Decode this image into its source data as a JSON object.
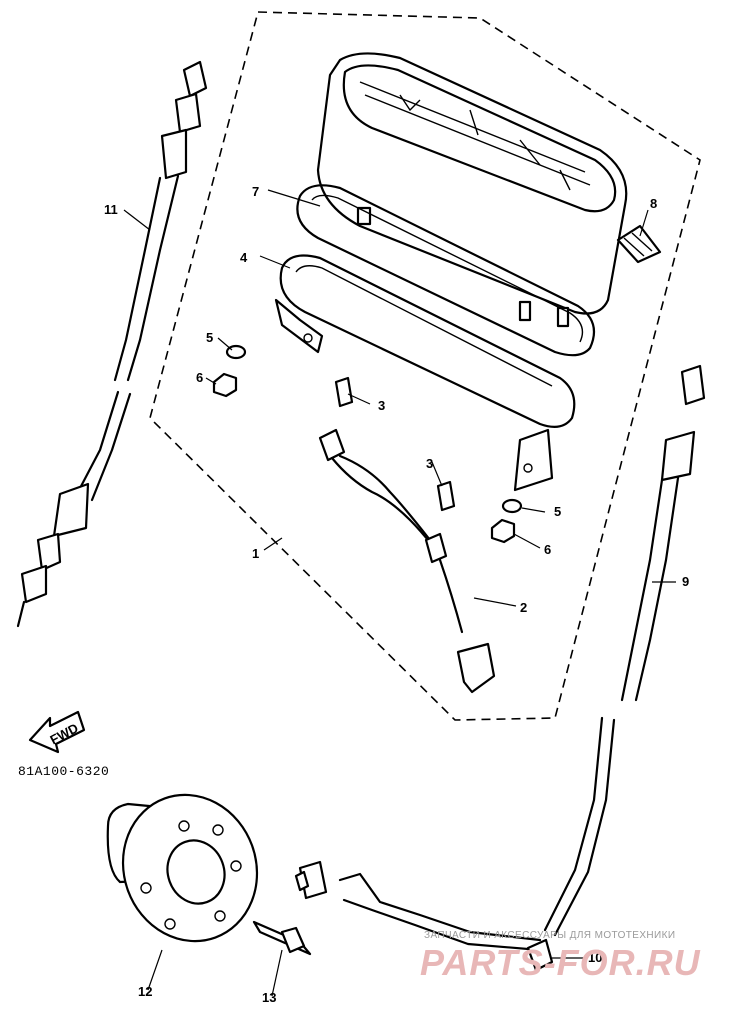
{
  "diagram_code": "81A100-6320",
  "fwd_label": "FWD",
  "callouts": [
    "1",
    "2",
    "3",
    "3",
    "4",
    "5",
    "5",
    "6",
    "6",
    "7",
    "8",
    "9",
    "10",
    "11",
    "12",
    "13"
  ],
  "watermark": {
    "top_text": "ЗАПЧАСТИ И АКСЕССУАРЫ ДЛЯ МОТОТЕХНИКИ",
    "logo_text": "PARTS-FOR.RU"
  }
}
